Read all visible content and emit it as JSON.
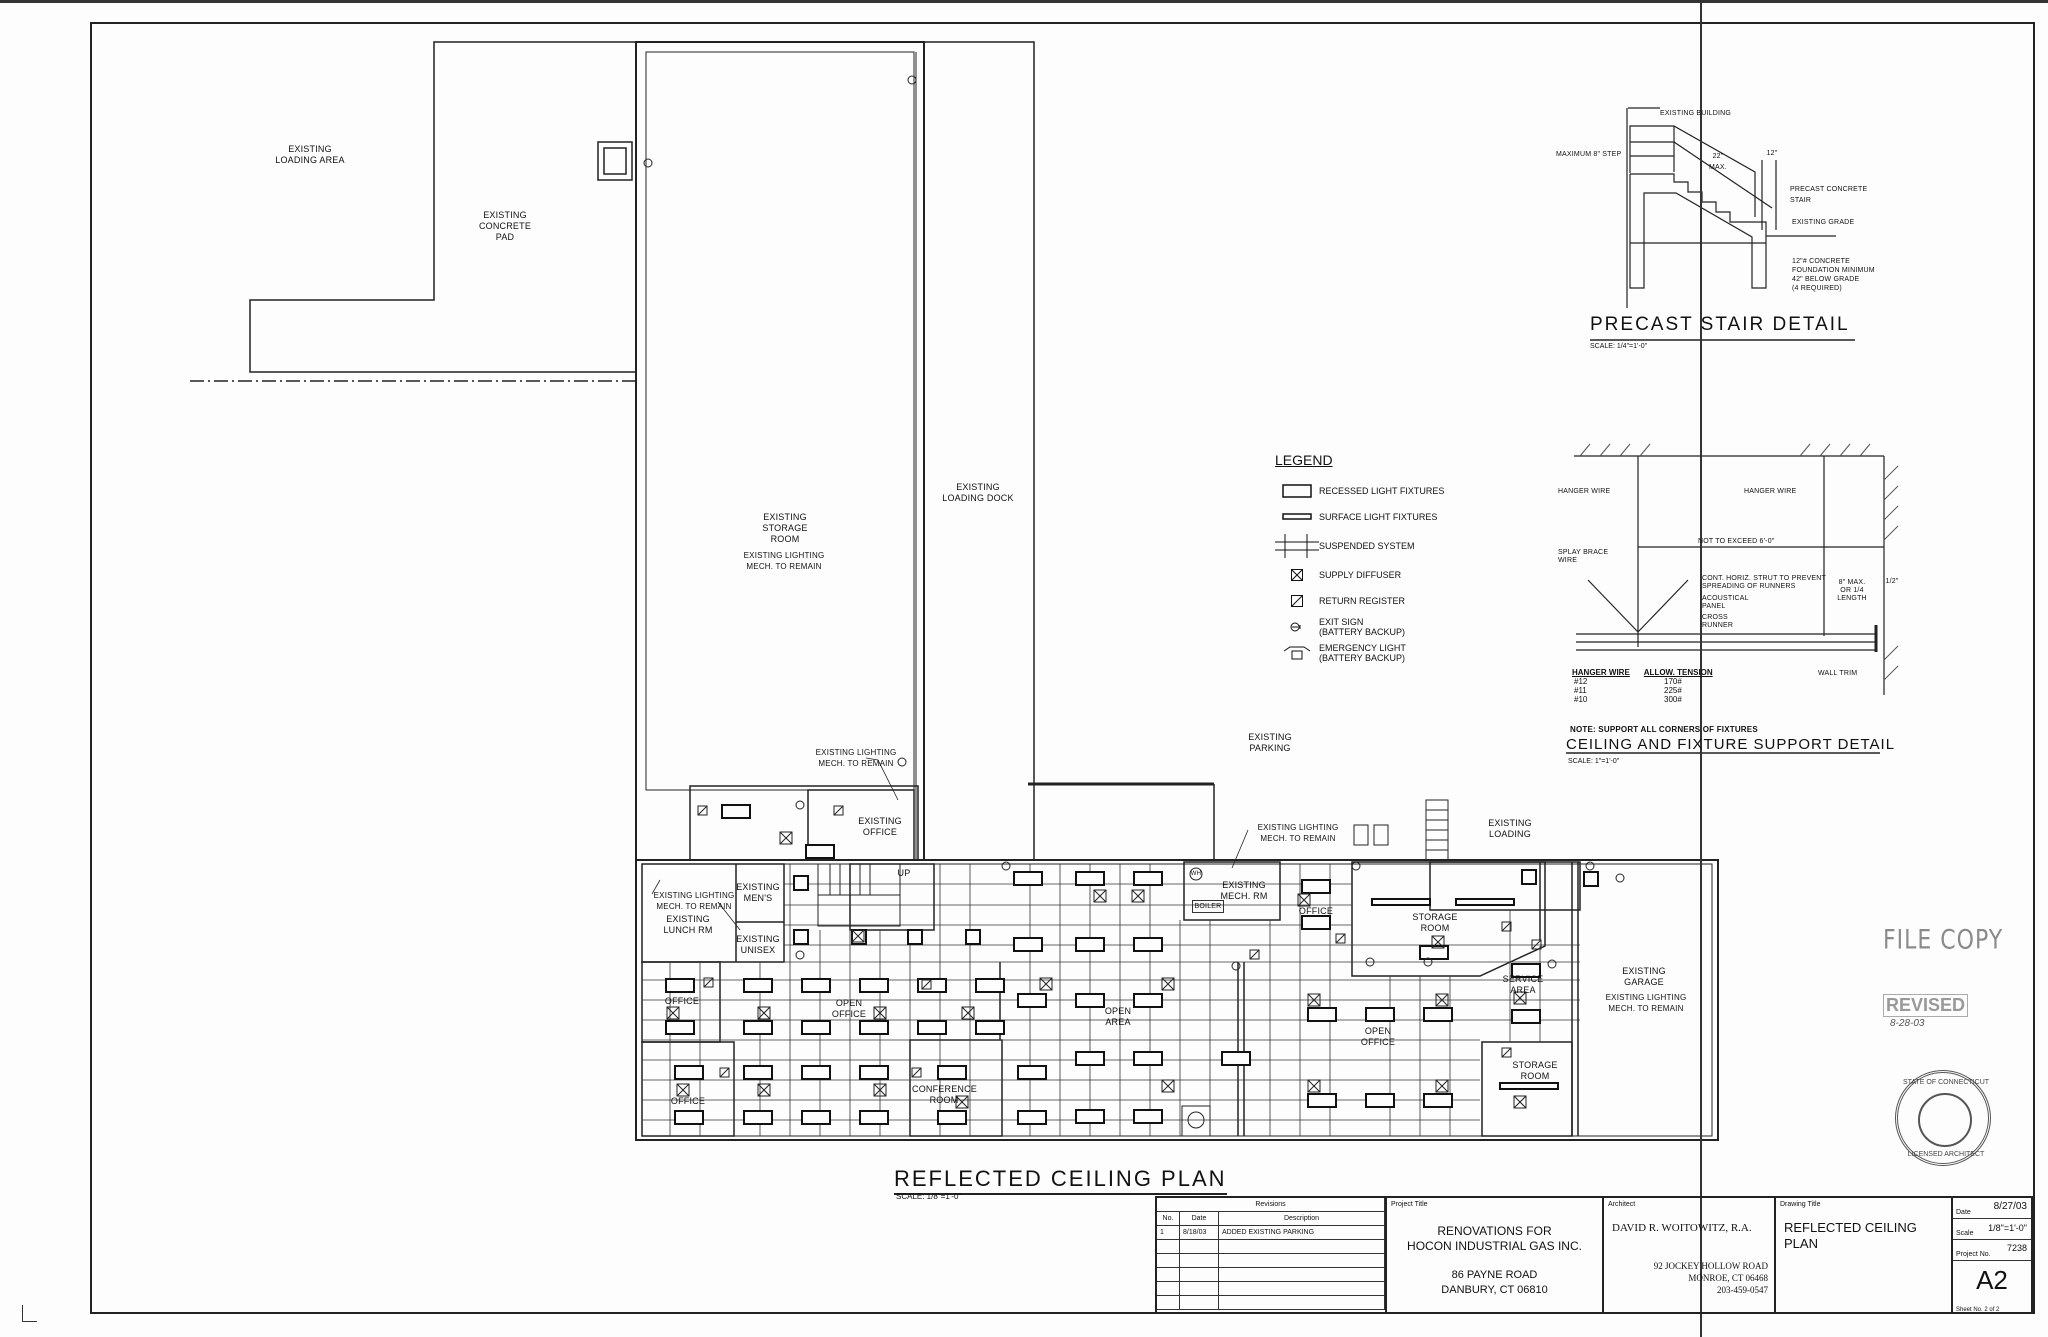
{
  "drawing": {
    "main_title": "REFLECTED CEILING PLAN",
    "main_scale": "SCALE: 1/8\"=1'-0\""
  },
  "site_labels": {
    "loading_area": "EXISTING\nLOADING AREA",
    "concrete_pad": "EXISTING\nCONCRETE\nPAD",
    "storage_room": "EXISTING\nSTORAGE\nROOM",
    "storage_note": "EXISTING LIGHTING\nMECH. TO REMAIN",
    "loading_dock": "EXISTING\nLOADING DOCK",
    "parking": "EXISTING\nPARKING",
    "loading": "EXISTING\nLOADING",
    "garage": "EXISTING\nGARAGE",
    "garage_note": "EXISTING LIGHTING\nMECH. TO REMAIN"
  },
  "rooms": {
    "lighting_note_1": "EXISTING LIGHTING\nMECH. TO REMAIN",
    "existing_office": "EXISTING\nOFFICE",
    "lighting_note_2": "EXISTING LIGHTING\nMECH. TO REMAIN",
    "mens": "EXISTING\nMEN'S",
    "lunch": "EXISTING\nLUNCH RM",
    "unisex": "EXISTING\nUNISEX",
    "up": "UP",
    "lighting_note_3": "EXISTING LIGHTING\nMECH. TO REMAIN",
    "mech_rm": "EXISTING\nMECH. RM",
    "boiler": "BOILER",
    "wh": "WH",
    "office_a": "OFFICE",
    "storage_room": "STORAGE\nROOM",
    "office_b": "OFFICE",
    "open_office_a": "OPEN\nOFFICE",
    "open_area": "OPEN\nAREA",
    "open_office_b": "OPEN\nOFFICE",
    "service_area": "SERVICE\nAREA",
    "office_c": "OFFICE",
    "conference": "CONFERENCE\nROOM",
    "storage_room_2": "STORAGE\nROOM"
  },
  "legend": {
    "title": "LEGEND",
    "items": [
      {
        "icon": "recessed-light-icon",
        "label": "RECESSED LIGHT FIXTURES"
      },
      {
        "icon": "surface-light-icon",
        "label": "SURFACE LIGHT FIXTURES"
      },
      {
        "icon": "suspended-system-icon",
        "label": "SUSPENDED SYSTEM"
      },
      {
        "icon": "supply-diffuser-icon",
        "label": "SUPPLY DIFFUSER"
      },
      {
        "icon": "return-register-icon",
        "label": "RETURN REGISTER"
      },
      {
        "icon": "exit-sign-icon",
        "label": "EXIT SIGN\n(BATTERY BACKUP)"
      },
      {
        "icon": "emergency-light-icon",
        "label": "EMERGENCY LIGHT\n(BATTERY BACKUP)"
      }
    ]
  },
  "stair_detail": {
    "title": "PRECAST STAIR DETAIL",
    "scale": "SCALE: 1/4\"=1'-0\"",
    "existing_building": "EXISTING BUILDING",
    "max_step": "MAXIMUM 8\" STEP",
    "angle": "22\"\nMAX.",
    "dim_12": "12\"",
    "precast": "PRECAST CONCRETE\nSTAIR",
    "grade": "EXISTING GRADE",
    "foundation": "12\"# CONCRETE\nFOUNDATION MINIMUM\n42\" BELOW GRADE\n(4 REQUIRED)"
  },
  "ceiling_detail": {
    "title": "CEILING AND FIXTURE SUPPORT DETAIL",
    "scale": "SCALE: 1\"=1'-0\"",
    "hanger_wire_l": "HANGER WIRE",
    "hanger_wire_r": "HANGER WIRE",
    "not_exceed": "NOT TO EXCEED 6'-0\"",
    "splay": "SPLAY BRACE\nWIRE",
    "strut": "CONT. HORIZ. STRUT TO PREVENT\nSPREADING OF RUNNERS",
    "panel": "ACOUSTICAL\nPANEL",
    "runner": "CROSS\nRUNNER",
    "max8": "8\" MAX.\nOR 1/4\nLENGTH",
    "half": "1/2\"",
    "wall_trim": "WALL TRIM",
    "table_head": [
      "HANGER WIRE",
      "ALLOW. TENSION"
    ],
    "table_rows": [
      [
        "#12",
        "170#"
      ],
      [
        "#11",
        "225#"
      ],
      [
        "#10",
        "300#"
      ]
    ],
    "note": "NOTE: SUPPORT ALL CORNERS OF FIXTURES"
  },
  "title_block": {
    "revisions": {
      "caption": "Revisions",
      "headers": [
        "No.",
        "Date",
        "Description"
      ],
      "rows": [
        [
          "1",
          "8/18/03",
          "ADDED EXISTING PARKING"
        ],
        [
          "",
          "",
          ""
        ],
        [
          "",
          "",
          ""
        ],
        [
          "",
          "",
          ""
        ],
        [
          "",
          "",
          ""
        ],
        [
          "",
          "",
          ""
        ]
      ]
    },
    "project": {
      "caption": "Project Title",
      "line1": "RENOVATIONS FOR",
      "line2": "HOCON INDUSTRIAL GAS INC.",
      "address1": "86 PAYNE ROAD",
      "address2": "DANBURY, CT 06810"
    },
    "architect": {
      "caption": "Architect",
      "name": "DAVID R. WOITOWITZ, R.A.",
      "address1": "92 JOCKEY HOLLOW ROAD",
      "address2": "MONROE, CT 06468",
      "phone": "203-459-0547"
    },
    "drawing": {
      "caption": "Drawing Title",
      "title": "REFLECTED CEILING\nPLAN"
    },
    "meta": {
      "date_label": "Date",
      "date": "8/27/03",
      "scale_label": "Scale",
      "scale": "1/8\"=1'-0\"",
      "project_no_label": "Project No.",
      "project_no": "7238",
      "sheet": "A2",
      "sheet_no": "Sheet No. 2 of 2"
    }
  },
  "stamps": {
    "file_copy": "FILE COPY",
    "revised": "REVISED",
    "revised_date": "8-28-03",
    "seal_top": "STATE OF CONNECTICUT",
    "seal_bottom": "LICENSED ARCHITECT"
  }
}
